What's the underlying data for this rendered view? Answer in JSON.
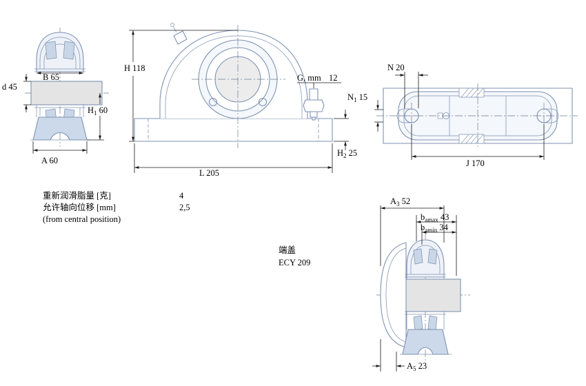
{
  "title": "Bearing housing dimension drawing",
  "colors": {
    "part_line": "#7e92b2",
    "foot_fill": "#ccd9ea",
    "roller_fill": "#c9d6e8",
    "shaft_fill": "#e4e4e4",
    "dim_line": "#1a1a1a",
    "background": "#ffffff"
  },
  "dims": {
    "B": "B 65",
    "d": "d 45",
    "H": "H 118",
    "H1": {
      "base": "H",
      "sub": "1",
      "val": " 60"
    },
    "G_label": "G, mm",
    "G_value": "12",
    "H2": {
      "base": "H",
      "sub": "2",
      "val": " 25"
    },
    "A": "A 60",
    "L": "L 205",
    "N": "N 20",
    "N1": {
      "base": "N",
      "sub": "1",
      "val": " 15"
    },
    "J": "J 170",
    "A3": {
      "base": "A",
      "sub": "3",
      "val": " 52"
    },
    "bamax": {
      "base": "b",
      "sub": "amax",
      "val": " 43"
    },
    "bamin": {
      "base": "b",
      "sub": "amin",
      "val": " 34"
    },
    "A5": {
      "base": "A",
      "sub": "5",
      "val": " 23"
    }
  },
  "specs": {
    "row1_label": "重新润滑脂量 [克]",
    "row1_value": "4",
    "row2_label": "允许轴向位移 [mm]",
    "row2_value": "2,5",
    "row3_note": "(from central position)"
  },
  "end_cover": {
    "label": "端盖",
    "designation": "ECY 209"
  }
}
